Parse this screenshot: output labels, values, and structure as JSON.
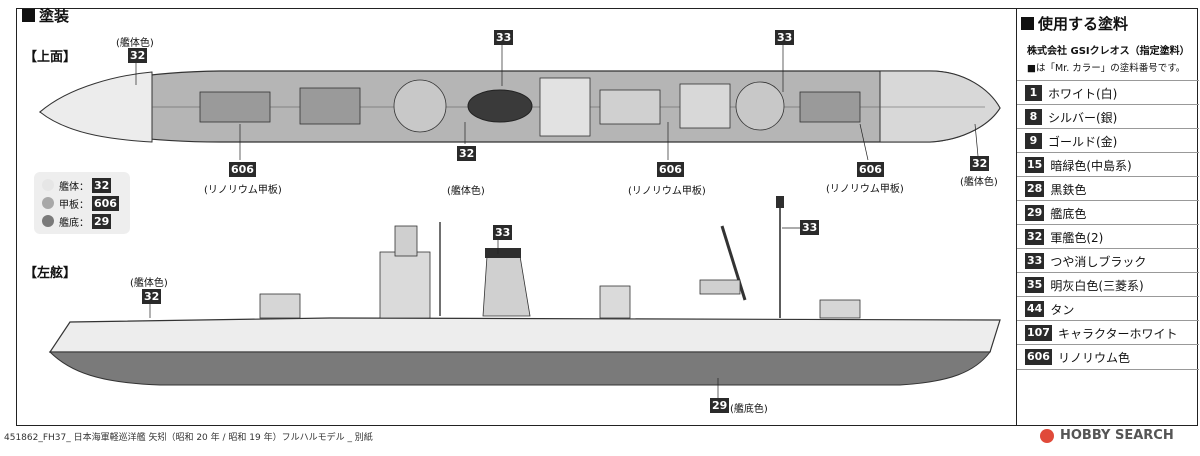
{
  "header": {
    "title": "塗装"
  },
  "views": {
    "top": {
      "label": "【上面】",
      "callouts": {
        "bow_color_cap": "(艦体色)",
        "bow_color_code": "32",
        "black_1": "33",
        "black_2": "33",
        "lino_1_code": "606",
        "lino_1_cap": "(リノリウム甲板)",
        "hull_mid_code": "32",
        "hull_mid_cap": "(艦体色)",
        "lino_2_code": "606",
        "lino_2_cap": "(リノリウム甲板)",
        "lino_3_code": "606",
        "lino_3_cap": "(リノリウム甲板)",
        "stern_code": "32",
        "stern_cap": "(艦体色)"
      }
    },
    "side": {
      "label": "【左舷】",
      "callouts": {
        "hull_cap": "(艦体色)",
        "hull_code": "32",
        "funnel_code": "33",
        "mast_code": "33",
        "bottom_code": "29",
        "bottom_cap": "(艦底色)"
      }
    }
  },
  "legend": [
    {
      "name": "艦体：",
      "code": "32",
      "color": "#e6e6e6"
    },
    {
      "name": "甲板：",
      "code": "606",
      "color": "#a8a8a8"
    },
    {
      "name": "艦底：",
      "code": "29",
      "color": "#7a7a7a"
    }
  ],
  "paints": {
    "title": "使用する塗料",
    "maker": "株式会社 GSIクレオス（指定塗料）",
    "note": "■は「Mr. カラー」の塗料番号です。",
    "items": [
      {
        "code": "1",
        "name": "ホワイト(白)"
      },
      {
        "code": "8",
        "name": "シルバー(銀)"
      },
      {
        "code": "9",
        "name": "ゴールド(金)"
      },
      {
        "code": "15",
        "name": "暗緑色(中島系)"
      },
      {
        "code": "28",
        "name": "黒鉄色"
      },
      {
        "code": "29",
        "name": "艦底色"
      },
      {
        "code": "32",
        "name": "軍艦色(2)"
      },
      {
        "code": "33",
        "name": "つや消しブラック"
      },
      {
        "code": "35",
        "name": "明灰白色(三菱系)"
      },
      {
        "code": "44",
        "name": "タン"
      },
      {
        "code": "107",
        "name": "キャラクターホワイト"
      },
      {
        "code": "606",
        "name": "リノリウム色"
      }
    ]
  },
  "footer": {
    "text": "451862_FH37_ 日本海軍軽巡洋艦 矢矧（昭和 20 年 / 昭和 19 年）フルハルモデル _ 別紙"
  },
  "brand": {
    "name": "HOBBY SEARCH"
  },
  "colors": {
    "badge": "#2a2a2a",
    "deck": "#a8a8a8",
    "hull": "#e6e6e6",
    "bottom": "#7a7a7a",
    "brand": "#e04a3a"
  }
}
